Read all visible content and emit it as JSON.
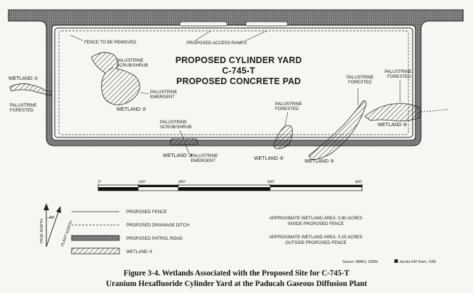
{
  "labels": {
    "fence_to_be_removed": "FENCE TO BE REMOVED",
    "proposed_access_ramps": "PROPOSED ACCESS RAMPS",
    "title_line1": "PROPOSED CYLINDER YARD",
    "title_line2": "C-745-T",
    "title_line3": "PROPOSED CONCRETE PAD",
    "wetland_1": "WETLAND ①",
    "palustrine_forested_left_1": "PALUSTRINE",
    "palustrine_forested_left_2": "FORESTED",
    "palustrine_scrub_top_1": "PALUSTRINE",
    "palustrine_scrub_top_2": "SCRUB/SHRUB",
    "palustrine_emergent_1": "PALUSTRINE",
    "palustrine_emergent_2": "EMERGENT",
    "wetland_2": "WETLAND ②",
    "palustrine_scrub_bottom_1": "PALUSTRINE",
    "palustrine_scrub_bottom_2": "SCRUB/SHRUB",
    "wetland_3": "WETLAND ③",
    "palustrine_emergent_bottom_1": "PALUSTRINE",
    "palustrine_emergent_bottom_2": "EMERGENT",
    "palustrine_forested_mid_1": "PALUSTRINE",
    "palustrine_forested_mid_2": "FORESTED",
    "wetland_4": "WETLAND ④",
    "wetland_5": "WETLAND ⑤",
    "palustrine_forested_r1_1": "PALUSTRINE",
    "palustrine_forested_r1_2": "FORESTED",
    "palustrine_forested_r2_1": "PALUSTRINE",
    "palustrine_forested_r2_2": "FORESTED",
    "wetland_6": "WETLAND ⑥"
  },
  "scale_bar": {
    "ticks": [
      "0'",
      "150'",
      "300'",
      "600'",
      "900'"
    ]
  },
  "legend": {
    "fence": "PROPOSED FENCE",
    "ditch": "PROPOSED DRAINAGE DITCH",
    "road": "PROPOSED PATROL ROAD",
    "wetland": "WETLAND ③"
  },
  "north_arrow": {
    "true_north": "TRUE NORTH",
    "plant_north": "PLANT NORTH",
    "angle": "20°"
  },
  "areas": {
    "inside_line1": "APPROXIMATE WETLAND AREA: 0.80 ACRES",
    "inside_line2": "INSIDE PROPOSED FENCE",
    "outside_line1": "APPROXIMATE WETLAND AREA: 0.15 ACRES",
    "outside_line2": "OUTSIDE PROPOSED FENCE"
  },
  "source": {
    "left": "Source: MMES, 1995d",
    "right": "Jacobs EM Team, 1995"
  },
  "caption": {
    "line1": "Figure 3-4. Wetlands Associated with the Proposed Site for C-745-T",
    "line2": "Uranium Hexafluoride Cylinder Yard at the Paducah Gaseous Diffusion Plant"
  },
  "colors": {
    "ink": "#1a1a1a",
    "road_fill": "#6e6e6e",
    "paper": "#f7f6f2"
  }
}
